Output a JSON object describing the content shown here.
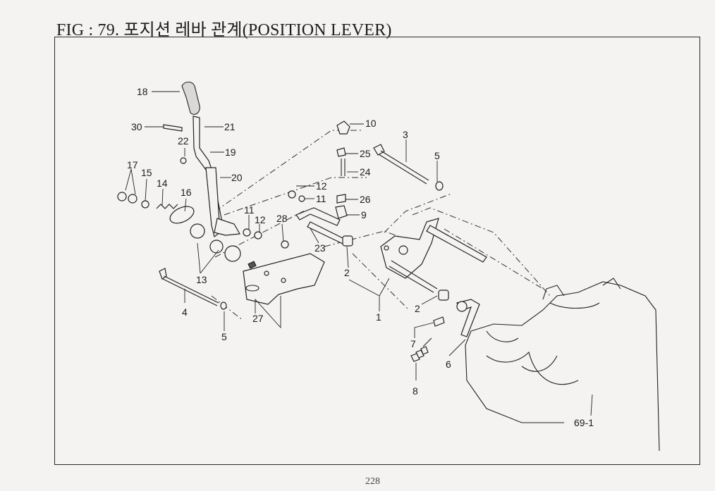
{
  "title": "FIG : 79. 포지션 레바 관계(POSITION LEVER)",
  "page_number": "228",
  "callouts": [
    "18",
    "30",
    "21",
    "22",
    "19",
    "17",
    "15",
    "14",
    "16",
    "20",
    "11",
    "12",
    "13",
    "4",
    "5",
    "27",
    "28",
    "23",
    "10",
    "25",
    "24",
    "12",
    "11",
    "26",
    "9",
    "3",
    "5",
    "2",
    "1",
    "2",
    "7",
    "6",
    "8",
    "69-1"
  ]
}
